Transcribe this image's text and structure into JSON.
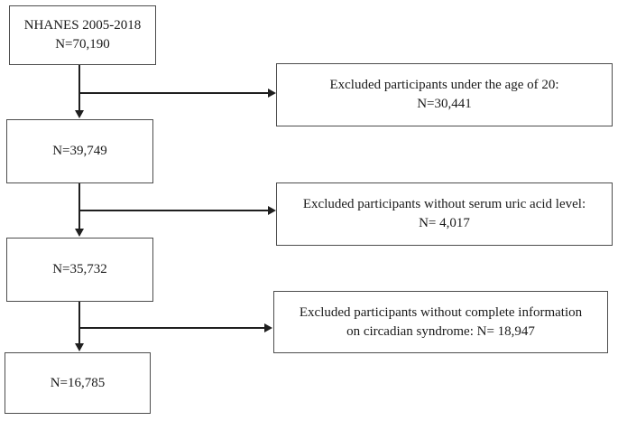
{
  "flow": {
    "boxes": [
      {
        "lines": [
          "NHANES 2005-2018",
          "N=70,190"
        ]
      },
      {
        "lines": [
          "N=39,749"
        ]
      },
      {
        "lines": [
          "N=35,732"
        ]
      },
      {
        "lines": [
          "N=16,785"
        ]
      }
    ],
    "exclusions": [
      {
        "lines": [
          "Excluded participants under the age of 20:",
          "N=30,441"
        ]
      },
      {
        "lines": [
          "Excluded participants without serum uric acid level:",
          "N= 4,017"
        ]
      },
      {
        "lines": [
          "Excluded participants without complete information",
          "on circadian syndrome: N= 18,947"
        ]
      }
    ],
    "colors": {
      "box_border": "#4d4d4d",
      "arrow": "#1f1f1f",
      "text": "#1a1a1a",
      "background": "#ffffff"
    }
  }
}
